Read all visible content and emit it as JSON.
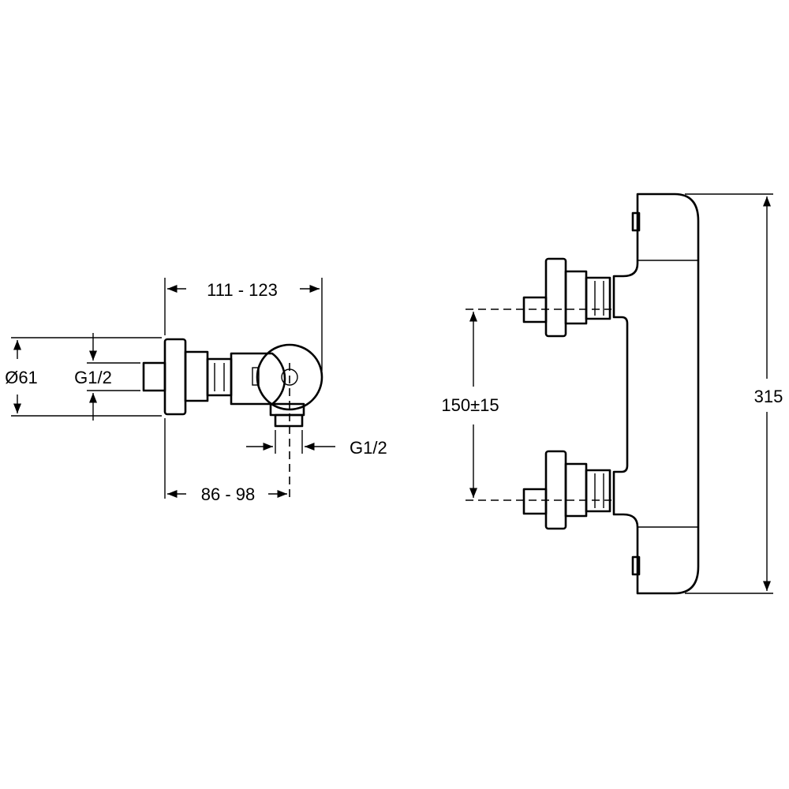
{
  "side_view": {
    "width_label": "111 - 123",
    "depth_label": "86 - 98",
    "diameter_label": "Ø61",
    "thread_inlet_label": "G1/2",
    "thread_outlet_label": "G1/2"
  },
  "front_view": {
    "spacing_label": "150±15",
    "height_label": "315"
  }
}
